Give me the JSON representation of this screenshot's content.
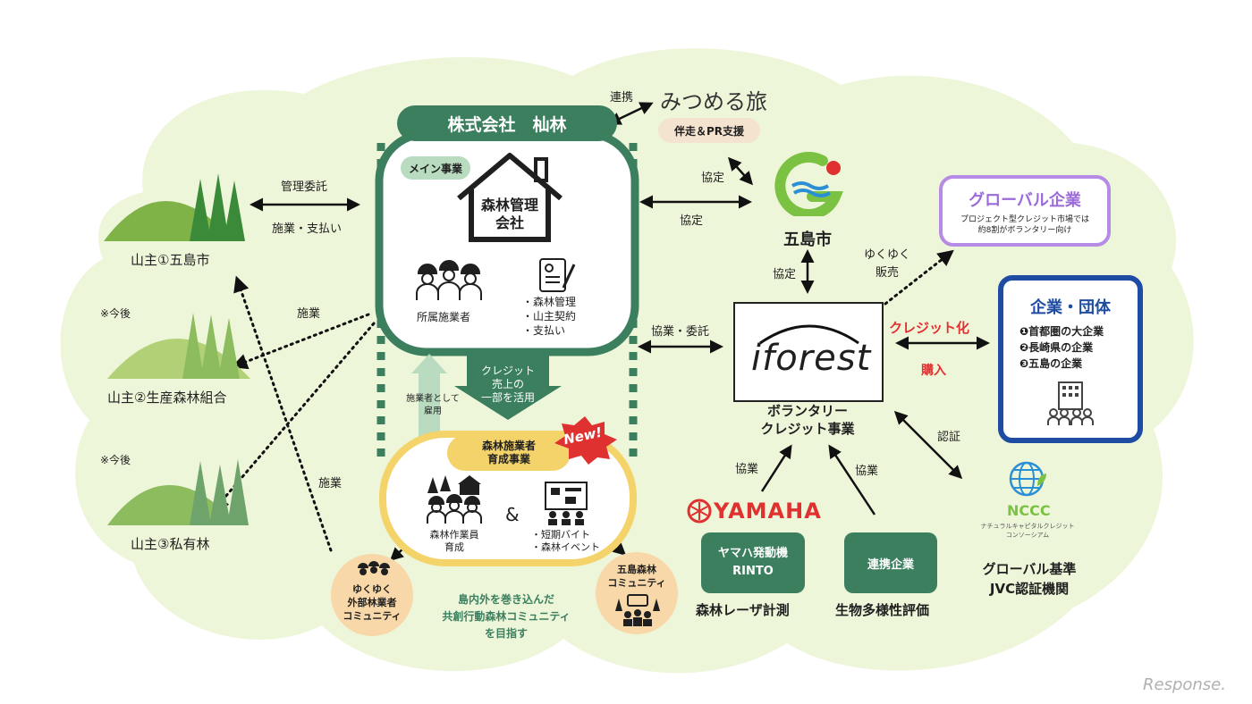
{
  "company": {
    "title": "株式会社　杣林",
    "main_badge": "メイン事業",
    "main_business_line1": "森林管理",
    "main_business_line2": "会社",
    "workers_label": "所属施業者",
    "tasks": [
      "・森林管理",
      "・山主契約",
      "・支払い"
    ],
    "credit_arrow": [
      "クレジット",
      "売上の",
      "一部を活用"
    ],
    "hire_note": [
      "施業者として",
      "雇用"
    ],
    "training_title": [
      "森林施業者",
      "育成事業"
    ],
    "new_badge": "New!",
    "training_left": [
      "森林作業員",
      "育成"
    ],
    "amp": "&",
    "training_right": [
      "・短期バイト",
      "・森林イベント"
    ]
  },
  "owners": [
    {
      "label": "山主①五島市",
      "note": ""
    },
    {
      "label": "山主②生産森林組合",
      "note": "※今後"
    },
    {
      "label": "山主③私有林",
      "note": "※今後"
    }
  ],
  "edges": {
    "mgmt_consign": "管理委託",
    "work_pay": "施業・支払い",
    "work1": "施業",
    "work2": "施業",
    "renkei": "連携",
    "kyotei1": "協定",
    "kyotei2": "協定",
    "kyotei3": "協定",
    "kyogyo_itaku": "協業・委託",
    "yukuyuku_hanbai": [
      "ゆくゆく",
      "販売"
    ],
    "credit_ka": "クレジット化",
    "konyu": "購入",
    "nintei": "認証",
    "kyogyo_left": "協業",
    "kyogyo_right": "協業"
  },
  "mitsumeru": {
    "logo": "みつめる旅",
    "tag": "伴走＆PR支援"
  },
  "goto_city": {
    "label": "五島市"
  },
  "iforest": {
    "logo": "iforest",
    "caption": [
      "ボランタリー",
      "クレジット事業"
    ]
  },
  "global_company": {
    "title": "グローバル企業",
    "desc": [
      "プロジェクト型クレジット市場では",
      "約8割がボランタリー向け"
    ]
  },
  "corporations": {
    "title": "企業・団体",
    "items": [
      "❶首都圏の大企業",
      "❷長崎県の企業",
      "❸五島の企業"
    ]
  },
  "yamaha": {
    "logo": "YAMAHA",
    "box": [
      "ヤマハ発動機",
      "RINTO"
    ],
    "caption": "森林レーザ計測"
  },
  "partner": {
    "box": "連携企業",
    "caption": "生物多様性評価"
  },
  "nccc": {
    "logo": "NCCC",
    "sub": [
      "ナチュラルキャピタルクレジット",
      "コンソーシアム"
    ],
    "caption": [
      "グローバル基準",
      "JVC認証機関"
    ]
  },
  "communities": {
    "outer": [
      "ゆくゆく",
      "外部林業者",
      "コミュニティ"
    ],
    "goto_forest": [
      "五島森林",
      "コミュニティ"
    ],
    "goal": [
      "島内外を巻き込んだ",
      "共創行動森林コミュニティ",
      "を目指す"
    ]
  },
  "watermark": "Response.",
  "colors": {
    "dark_green": "#3b7f5f",
    "light_green": "#eef6da",
    "yellow": "#f3d36a",
    "purple": "#b58be6",
    "navy": "#1f4ca3",
    "red": "#e03131"
  }
}
